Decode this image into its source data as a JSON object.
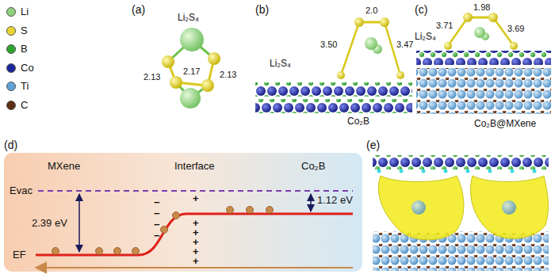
{
  "diagram": {
    "labels": [
      "(a)",
      "Li₂S₄",
      "2.13",
      "2.17",
      "2.13",
      "(b)",
      "Li₂S₄",
      "2.0",
      "3.50",
      "3.47",
      "Co₂B",
      "(c)",
      "Li₂S₄",
      "1.98",
      "3.71",
      "3.69",
      "Co₂B@MXene",
      "(d)",
      "MXene",
      "Interface",
      "Co₂B",
      "Evac",
      "2.39 eV",
      "1.12 eV",
      "EF",
      "−",
      "−",
      "−",
      "−",
      "+",
      "+",
      "+",
      "+",
      "+",
      "+",
      "(e)"
    ],
    "legend": [
      {
        "text": "Li",
        "color": "#8fd17e"
      },
      {
        "text": "S",
        "color": "#e8d534"
      },
      {
        "text": "B",
        "color": "#2fa52f"
      },
      {
        "text": "Co",
        "color": "#1b2599"
      },
      {
        "text": "Ti",
        "color": "#5fa2d8"
      },
      {
        "text": "C",
        "color": "#5b2e12"
      }
    ]
  }
}
